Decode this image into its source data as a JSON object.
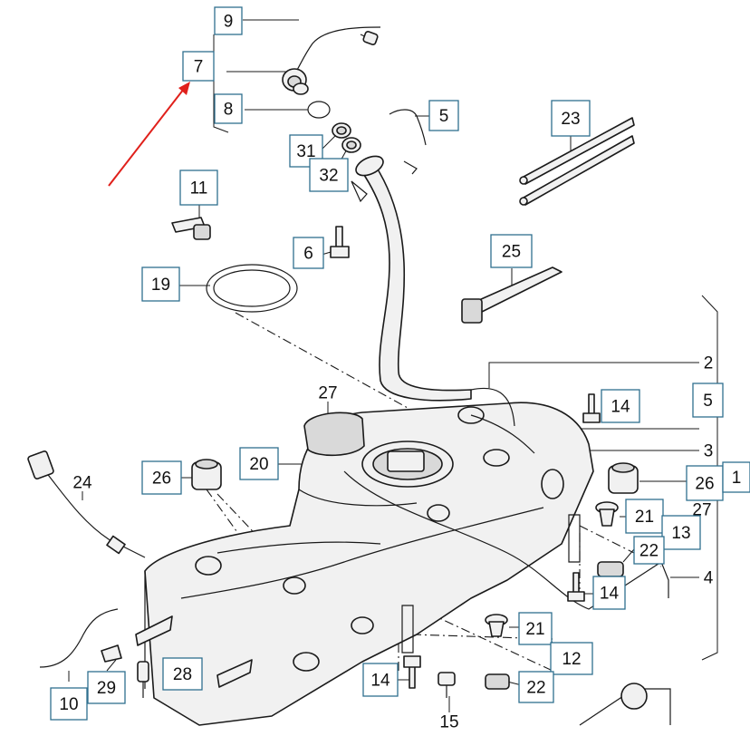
{
  "diagram": {
    "labels": [
      {
        "text": "9",
        "boxed": true
      },
      {
        "text": "7",
        "boxed": true,
        "highlight": true
      },
      {
        "text": "8",
        "boxed": true
      },
      {
        "text": "5",
        "boxed": true
      },
      {
        "text": "31",
        "boxed": true
      },
      {
        "text": "32",
        "boxed": true
      },
      {
        "text": "23",
        "boxed": true
      },
      {
        "text": "11",
        "boxed": true
      },
      {
        "text": "6",
        "boxed": true
      },
      {
        "text": "25",
        "boxed": true
      },
      {
        "text": "19",
        "boxed": true
      },
      {
        "text": "2",
        "boxed": false
      },
      {
        "text": "5",
        "boxed": true
      },
      {
        "text": "27",
        "boxed": false
      },
      {
        "text": "14",
        "boxed": true
      },
      {
        "text": "20",
        "boxed": true
      },
      {
        "text": "3",
        "boxed": false
      },
      {
        "text": "26",
        "boxed": true
      },
      {
        "text": "26",
        "boxed": true
      },
      {
        "text": "1",
        "boxed": true
      },
      {
        "text": "24",
        "boxed": false
      },
      {
        "text": "27",
        "boxed": false
      },
      {
        "text": "21",
        "boxed": true
      },
      {
        "text": "13",
        "boxed": true
      },
      {
        "text": "22",
        "boxed": true
      },
      {
        "text": "4",
        "boxed": false
      },
      {
        "text": "14",
        "boxed": true
      },
      {
        "text": "21",
        "boxed": true
      },
      {
        "text": "12",
        "boxed": true
      },
      {
        "text": "28",
        "boxed": true
      },
      {
        "text": "29",
        "boxed": true
      },
      {
        "text": "10",
        "boxed": true
      },
      {
        "text": "14",
        "boxed": true
      },
      {
        "text": "22",
        "boxed": true
      },
      {
        "text": "15",
        "boxed": false
      }
    ]
  },
  "colors": {
    "label_border": "#2f6f8f",
    "highlight": "#e0201b",
    "line": "#1a1a1a",
    "background": "#ffffff"
  }
}
